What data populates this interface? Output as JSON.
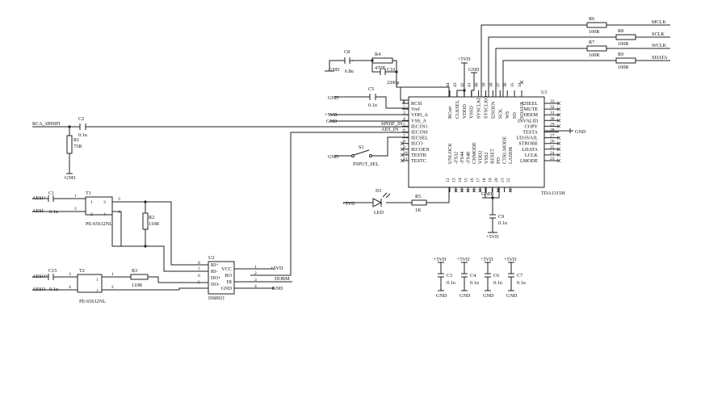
{
  "u1": {
    "ref": "U1",
    "part": "TDA1315H",
    "left_pins": [
      {
        "n": "1",
        "name": "RCSl"
      },
      {
        "n": "2",
        "name": "Vref"
      },
      {
        "n": "3",
        "name": "VDD_A"
      },
      {
        "n": "4",
        "name": "VSS_A"
      },
      {
        "n": "5",
        "name": "IEC1N1"
      },
      {
        "n": "6",
        "name": "IEC1N0"
      },
      {
        "n": "7",
        "name": "IECSEL"
      },
      {
        "n": "8",
        "name": "IECO"
      },
      {
        "n": "9",
        "name": "IECOEN"
      },
      {
        "n": "10",
        "name": "TESTB"
      },
      {
        "n": "11",
        "name": "TESTC"
      }
    ],
    "right_pins": [
      {
        "n": "33",
        "name": "I2SEEL"
      },
      {
        "n": "32",
        "name": "MUTE"
      },
      {
        "n": "31",
        "name": "DEEM"
      },
      {
        "n": "30",
        "name": "INVALID"
      },
      {
        "n": "29",
        "name": "COPY"
      },
      {
        "n": "28",
        "name": "TESTA"
      },
      {
        "n": "27",
        "name": "UDAVAIL"
      },
      {
        "n": "26",
        "name": "STROBE"
      },
      {
        "n": "25",
        "name": "LDATA"
      },
      {
        "n": "24",
        "name": "LCLK"
      },
      {
        "n": "23",
        "name": "LMODE"
      }
    ],
    "top_pins": [
      {
        "n": "44",
        "name": "RCset"
      },
      {
        "n": "43",
        "name": "CLKSEL"
      },
      {
        "n": "42",
        "name": "VDDD"
      },
      {
        "n": "41",
        "name": "VSSD"
      },
      {
        "n": "40",
        "name": "SYSCLKI"
      },
      {
        "n": "39",
        "name": "SYSCLKO"
      },
      {
        "n": "38",
        "name": "I2SOEN"
      },
      {
        "n": "37",
        "name": "SCK"
      },
      {
        "n": "36",
        "name": "WS"
      },
      {
        "n": "35",
        "name": "SD"
      },
      {
        "n": "34",
        "name": "SDAUX"
      }
    ],
    "bottom_pins": [
      {
        "n": "12",
        "name": "UNLOCK"
      },
      {
        "n": "13",
        "name": "-FS32"
      },
      {
        "n": "14",
        "name": "-FS44"
      },
      {
        "n": "15",
        "name": "-FS48"
      },
      {
        "n": "16",
        "name": "CHMODE"
      },
      {
        "n": "17",
        "name": "VDD2"
      },
      {
        "n": "18",
        "name": "VSS2"
      },
      {
        "n": "19",
        "name": "RESET"
      },
      {
        "n": "20",
        "name": "PD"
      },
      {
        "n": "21",
        "name": "CTRLMODE"
      },
      {
        "n": "22",
        "name": "LADDR"
      }
    ]
  },
  "u2": {
    "ref": "U2",
    "part": "DS8921",
    "left_pins": [
      {
        "n": "8",
        "name": "RI+"
      },
      {
        "n": "7",
        "name": "RI-"
      },
      {
        "n": "6",
        "name": "DO+"
      },
      {
        "n": "5",
        "name": "DO-"
      }
    ],
    "right_pins": [
      {
        "n": "1",
        "name": "VCC"
      },
      {
        "n": "2",
        "name": "RO"
      },
      {
        "n": "3",
        "name": "DI"
      },
      {
        "n": "4",
        "name": "GND"
      }
    ]
  },
  "t1": {
    "ref": "T1",
    "part": "PE-65612NL",
    "p1": "1",
    "p2": "2",
    "p3": "3",
    "p4": "4"
  },
  "t2": {
    "ref": "T2",
    "part": "PE-65612NL",
    "p1": "1",
    "p2": "2",
    "p3": "3",
    "p4": "4"
  },
  "res": {
    "r1": {
      "ref": "R1",
      "val": "75R"
    },
    "r2": {
      "ref": "R2",
      "val": "110R"
    },
    "r3": {
      "ref": "R3",
      "val": "110R"
    },
    "r4": {
      "ref": "R4",
      "val": "470R"
    },
    "r5": {
      "ref": "R5",
      "val": "1K"
    },
    "r6": {
      "ref": "R6",
      "val": "100R"
    },
    "r7": {
      "ref": "R7",
      "val": "100R"
    },
    "r8": {
      "ref": "R8",
      "val": "100R"
    },
    "r9": {
      "ref": "R9",
      "val": "100R"
    }
  },
  "caps": {
    "c1": {
      "ref": "C1",
      "val": "0.1u"
    },
    "c2": {
      "ref": "C2",
      "val": "0.1u"
    },
    "c3": {
      "ref": "C3",
      "val": "0.1u"
    },
    "c4": {
      "ref": "C4",
      "val": "0.1u"
    },
    "c5": {
      "ref": "C5",
      "val": "0.1u"
    },
    "c6": {
      "ref": "C6",
      "val": "0.1u"
    },
    "c7": {
      "ref": "C7",
      "val": "0.1u"
    },
    "c8": {
      "ref": "C8",
      "val": "6.8u"
    },
    "c9": {
      "ref": "C9",
      "val": "0.1u"
    },
    "c10": {
      "ref": "C10",
      "val": "2200p"
    },
    "c15": {
      "ref": "C15",
      "val": "0.1u"
    }
  },
  "d1": {
    "ref": "D1",
    "val": "LED"
  },
  "s1": {
    "ref": "S1",
    "val": "INPUT_SEL"
  },
  "nets": {
    "gnd": "GND",
    "vdd": "+5VD",
    "mclk": "MCLK",
    "sclk": "SCLK",
    "wclk": "WCLK",
    "sdata": "SDATA",
    "rca": "RCA_SPDIFI",
    "spdif_in": "SPDIF_IN",
    "aes_in": "AES_IN",
    "dobm": "DOBM",
    "aesi_p": "AESI+",
    "aesi_m": "AESI-",
    "aeso_p": "AESO+",
    "aeso_m": "AESO-"
  },
  "pin_plus": "+"
}
